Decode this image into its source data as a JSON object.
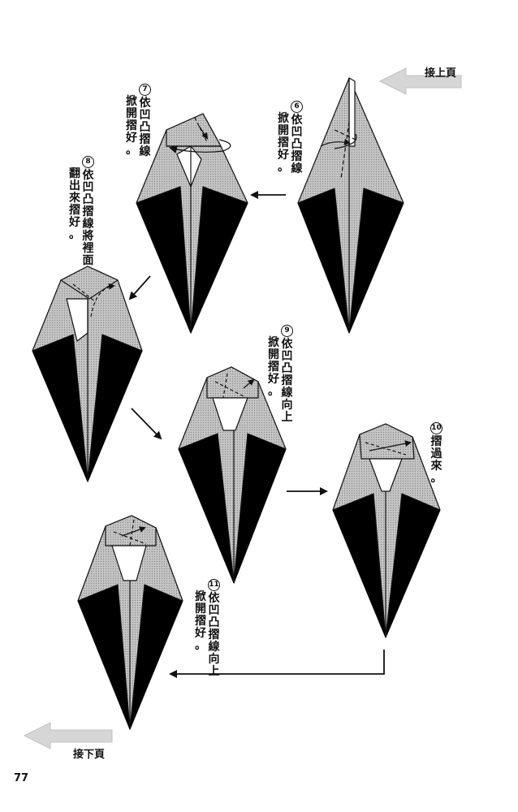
{
  "nav": {
    "continue_from_prev": "接上頁",
    "continue_to_next": "接下頁"
  },
  "page_number": "77",
  "steps": [
    {
      "number": "6",
      "lines": [
        "依凹凸摺線",
        "掀開摺好。"
      ]
    },
    {
      "number": "7",
      "lines": [
        "依凹凸摺線",
        "掀開摺好。"
      ]
    },
    {
      "number": "8",
      "lines": [
        "依凹凸摺線將裡面",
        "翻出來摺好。"
      ]
    },
    {
      "number": "9",
      "lines": [
        "依凹凸摺線向上",
        "掀開摺好。"
      ]
    },
    {
      "number": "10",
      "lines": [
        "摺過來。"
      ]
    },
    {
      "number": "11",
      "lines": [
        "依凹凸摺線向上",
        "掀開摺好。"
      ]
    }
  ],
  "colors": {
    "paper_fill": "#b9b9b9",
    "line": "#111111",
    "nav_arrow": "#d4d4d4"
  }
}
